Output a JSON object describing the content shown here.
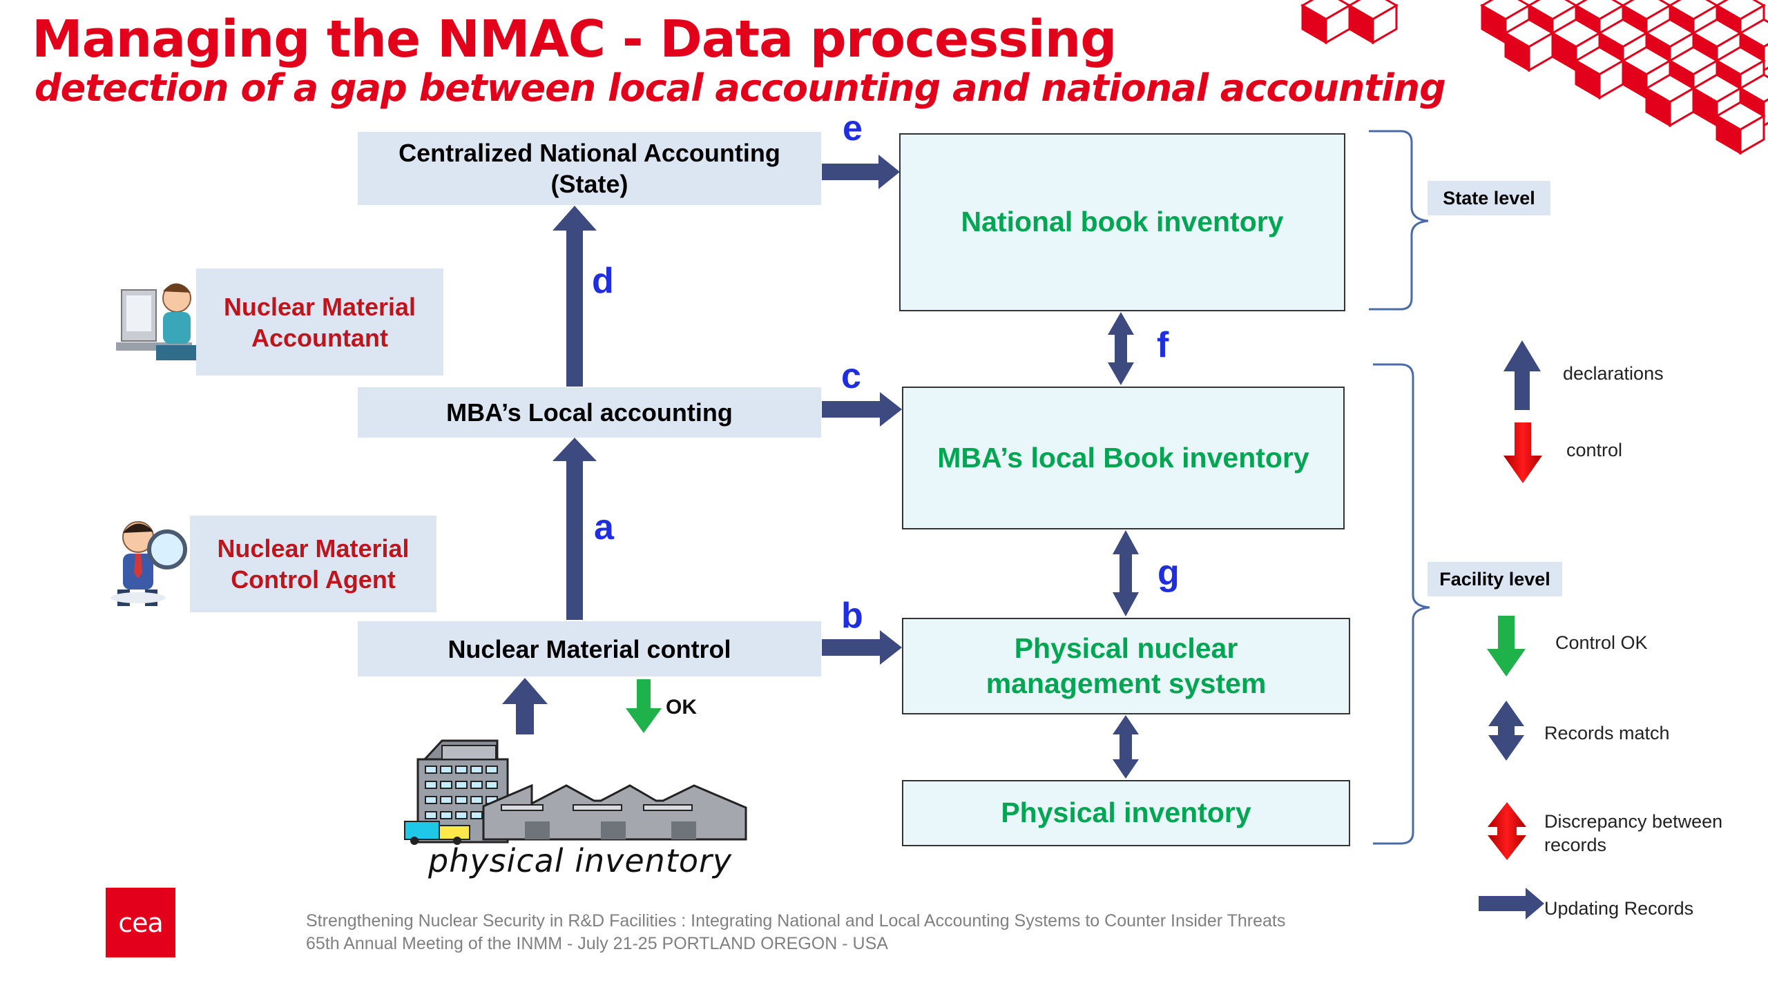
{
  "header": {
    "title": "Managing the NMAC - Data processing",
    "subtitle": "detection of a gap between local accounting and national accounting"
  },
  "left_column": {
    "national": "Centralized National Accounting (State)",
    "local": "MBA’s Local accounting",
    "control": "Nuclear Material control"
  },
  "roles": {
    "accountant": "Nuclear Material Accountant",
    "agent": "Nuclear Material Control Agent"
  },
  "right_column": {
    "national_book": "National book inventory",
    "local_book": "MBA’s local Book inventory",
    "physical_system": "Physical nuclear management system",
    "physical_inventory": "Physical inventory"
  },
  "flow_labels": {
    "a": "a",
    "b": "b",
    "c": "c",
    "d": "d",
    "e": "e",
    "f": "f",
    "g": "g"
  },
  "ok_label": "OK",
  "facility_caption": "physical inventory",
  "levels": {
    "state": "State level",
    "facility": "Facility level"
  },
  "legend": {
    "declarations": "declarations",
    "control": "control",
    "control_ok": "Control OK",
    "records_match": "Records match",
    "discrepancy": "Discrepancy between records",
    "updating": "Updating Records"
  },
  "footer": {
    "line1": "Strengthening Nuclear Security in R&D Facilities : Integrating National and Local Accounting Systems to Counter Insider Threats",
    "line2": "65th Annual Meeting of the INMM - July 21-25 PORTLAND OREGON - USA"
  },
  "logo_text": "cea",
  "colors": {
    "brand_red": "#e2001a",
    "arrow_navy": "#3d4a7f",
    "green_text": "#00a651",
    "green_arrow": "#1fb24a",
    "red_arrow": "#ee1111",
    "letter_blue": "#1f2fe0",
    "box_blue": "#dce6f2",
    "box_light": "#e9f7fb",
    "bracket": "#4a6aa8"
  }
}
